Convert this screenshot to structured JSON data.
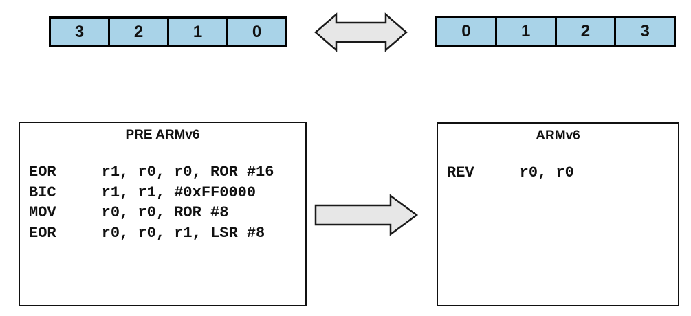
{
  "top_row": {
    "left_array": {
      "cells": [
        "3",
        "2",
        "1",
        "0"
      ]
    },
    "right_array": {
      "cells": [
        "0",
        "1",
        "2",
        "3"
      ]
    },
    "swap_arrow": "double-headed-arrow"
  },
  "boxes": {
    "pre": {
      "title": "PRE ARMv6",
      "code_lines": [
        "EOR     r1, r0, r0, ROR #16",
        "BIC     r1, r1, #0xFF0000",
        "MOV     r0, r0, ROR #8",
        "EOR     r0, r0, r1, LSR #8"
      ]
    },
    "armv6": {
      "title": "ARMv6",
      "code_lines": [
        "REV     r0, r0"
      ]
    }
  },
  "icons": {
    "swap_arrow": "left-right-arrow-icon",
    "transform_arrow": "right-arrow-icon"
  },
  "colors": {
    "cell_fill": "#a9d3e8",
    "arrow_fill": "#e7e7e7",
    "border": "#111111",
    "background": "#ffffff"
  }
}
